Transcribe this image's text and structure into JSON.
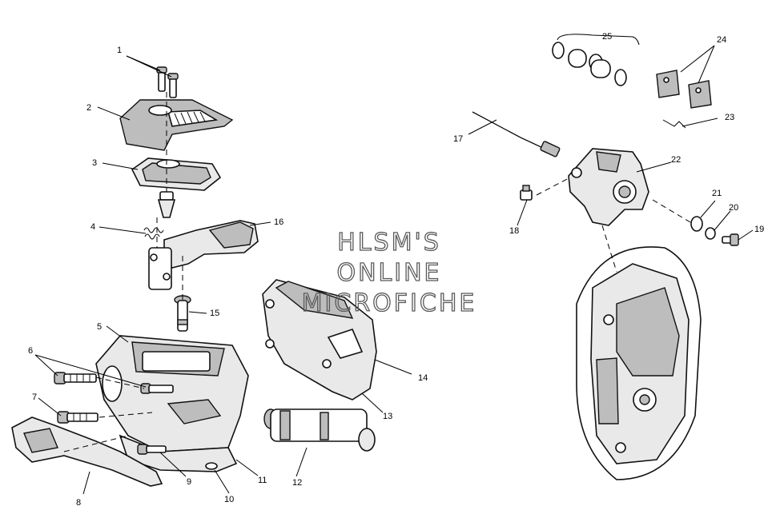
{
  "callouts": {
    "c1": "1",
    "c2": "2",
    "c3": "3",
    "c4": "4",
    "c5": "5",
    "c6": "6",
    "c7": "7",
    "c8": "8",
    "c9": "9",
    "c10": "10",
    "c11": "11",
    "c12": "12",
    "c13": "13",
    "c14": "14",
    "c15": "15",
    "c16": "16",
    "c17": "17",
    "c18": "18",
    "c19": "19",
    "c20": "20",
    "c21": "21",
    "c22": "22",
    "c23": "23",
    "c24": "24",
    "c25": "25"
  },
  "watermark": {
    "line1": "HLSM'S",
    "line2": "ONLINE",
    "line3": "MICROFICHE"
  }
}
